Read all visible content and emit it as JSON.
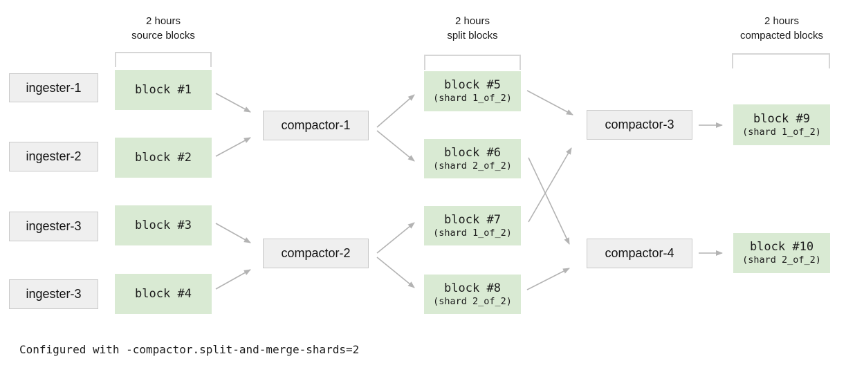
{
  "headers": [
    {
      "line1": "2 hours",
      "line2": "source blocks"
    },
    {
      "line1": "2 hours",
      "line2": "split blocks"
    },
    {
      "line1": "2 hours",
      "line2": "compacted blocks"
    }
  ],
  "ingesters": [
    {
      "label": "ingester-1"
    },
    {
      "label": "ingester-2"
    },
    {
      "label": "ingester-3"
    },
    {
      "label": "ingester-3"
    }
  ],
  "source_blocks": [
    {
      "label": "block #1"
    },
    {
      "label": "block #2"
    },
    {
      "label": "block #3"
    },
    {
      "label": "block #4"
    }
  ],
  "compactors": [
    {
      "label": "compactor-1"
    },
    {
      "label": "compactor-2"
    },
    {
      "label": "compactor-3"
    },
    {
      "label": "compactor-4"
    }
  ],
  "split_blocks": [
    {
      "label": "block #5",
      "shard": "(shard 1_of_2)"
    },
    {
      "label": "block #6",
      "shard": "(shard 2_of_2)"
    },
    {
      "label": "block #7",
      "shard": "(shard 1_of_2)"
    },
    {
      "label": "block #8",
      "shard": "(shard 2_of_2)"
    }
  ],
  "compacted_blocks": [
    {
      "label": "block #9",
      "shard": "(shard 1_of_2)"
    },
    {
      "label": "block #10",
      "shard": "(shard 2_of_2)"
    }
  ],
  "footer": {
    "config_text": "Configured with -compactor.split-and-merge-shards=2"
  },
  "colors": {
    "block_fill": "#d9ead3",
    "node_fill": "#efefef",
    "node_border": "#c9c9c9",
    "arrow": "#b3b3b3",
    "bracket": "#d6d6d6",
    "text": "#111111"
  }
}
